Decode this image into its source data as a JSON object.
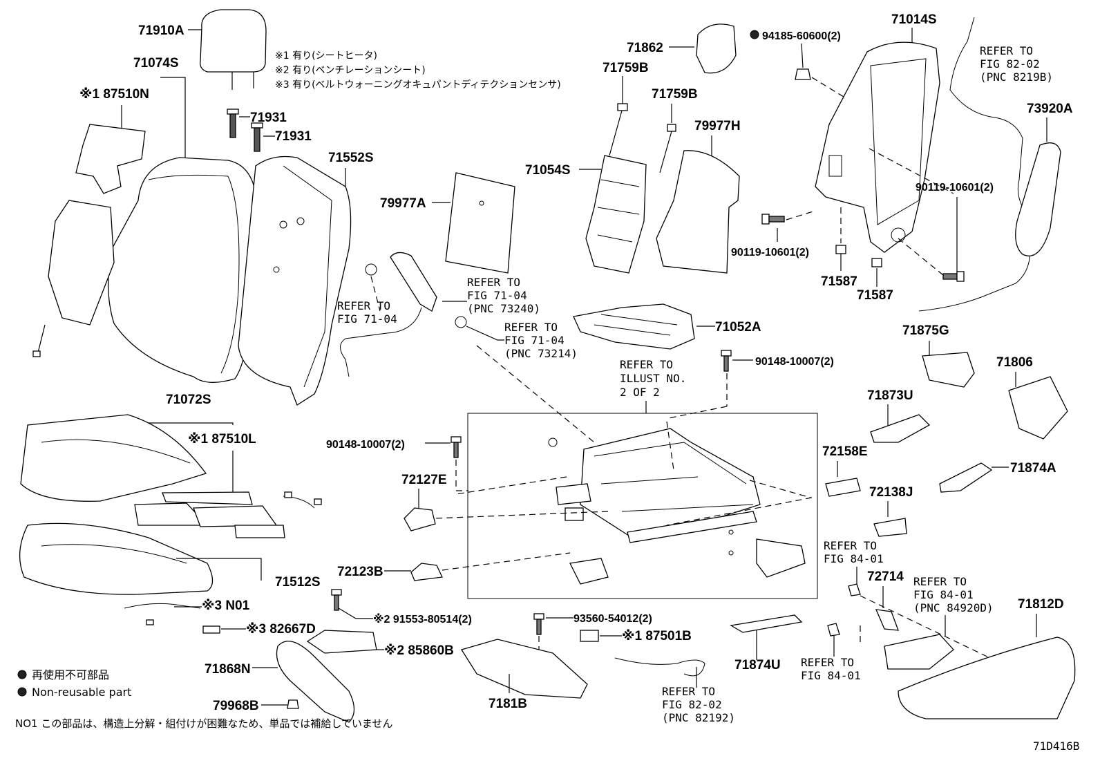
{
  "diagram_id": "71D416B",
  "notes": {
    "n1": "※1 有り(シートヒータ)",
    "n2": "※2 有り(ベンチレーションシート)",
    "n3": "※3 有り(ベルトウォーニングオキュパントディテクションセンサ)"
  },
  "legend": {
    "jp": "再使用不可部品",
    "en": "Non-reusable part",
    "no1": "NO1  この部品は、構造上分解・組付けが困難なため、単品では補給していません"
  },
  "parts": {
    "p71910A": "71910A",
    "p71074S": "71074S",
    "p87510N": "※1 87510N",
    "p71931a": "71931",
    "p71931b": "71931",
    "p71552S": "71552S",
    "p79977A": "79977A",
    "p71862": "71862",
    "p71759Ba": "71759B",
    "p71759Bb": "71759B",
    "p79977H": "79977H",
    "p71054S": "71054S",
    "p94185": "94185-60600(2)",
    "p71014S": "71014S",
    "p73920A": "73920A",
    "p90119a": "90119-10601(2)",
    "p90119b": "90119-10601(2)",
    "p71587a": "71587",
    "p71587b": "71587",
    "p71052A": "71052A",
    "p90148a": "90148-10007(2)",
    "p90148b": "90148-10007(2)",
    "p71875G": "71875G",
    "p71806": "71806",
    "p71873U": "71873U",
    "p71874A": "71874A",
    "p72158E": "72158E",
    "p72138J": "72138J",
    "p71072S": "71072S",
    "p87510L": "※1 87510L",
    "p72127E": "72127E",
    "p72123B": "72123B",
    "p71512S": "71512S",
    "pN01": "※3 N01",
    "p82667D": "※3 82667D",
    "p91553": "※2 91553-80514(2)",
    "p85860B": "※2 85860B",
    "p93560": "93560-54012(2)",
    "p87501B": "※1 87501B",
    "p71868N": "71868N",
    "p79968B": "79968B",
    "p7181B": "7181B",
    "p71874U": "71874U",
    "p72714": "72714",
    "p71812D": "71812D"
  },
  "refs": {
    "r1": [
      "REFER TO",
      "FIG 82-02",
      "(PNC 8219B)"
    ],
    "r2": [
      "REFER TO",
      "FIG 71-04"
    ],
    "r3": [
      "REFER TO",
      "FIG 71-04",
      "(PNC 73240)"
    ],
    "r4": [
      "REFER TO",
      "FIG 71-04",
      "(PNC 73214)"
    ],
    "r5": [
      "REFER TO",
      "ILLUST NO.",
      "2 OF 2"
    ],
    "r6": [
      "REFER TO",
      "FIG 84-01"
    ],
    "r7": [
      "REFER TO",
      "FIG 84-01",
      "(PNC 84920D)"
    ],
    "r8": [
      "REFER TO",
      "FIG 84-01"
    ],
    "r9": [
      "REFER TO",
      "FIG 82-02",
      "(PNC 82192)"
    ]
  }
}
